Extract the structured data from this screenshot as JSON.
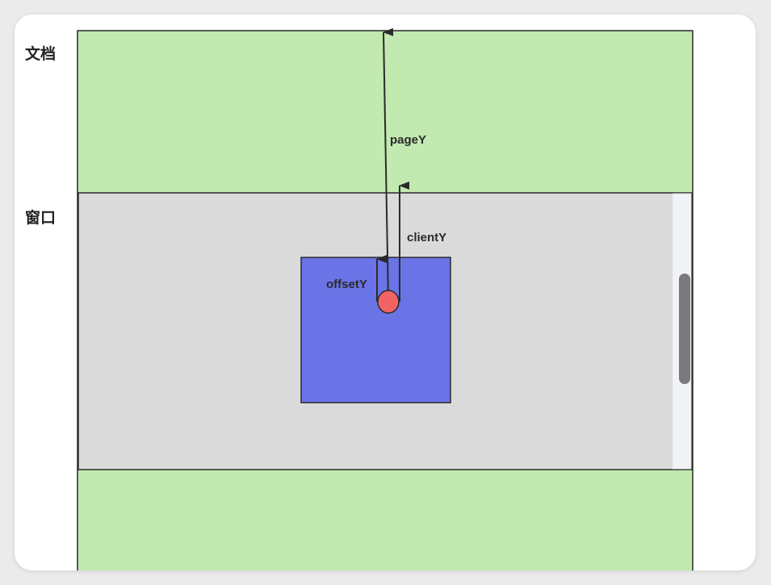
{
  "labels": {
    "document": "文档",
    "window": "窗口"
  },
  "arrows": {
    "page_y": "pageY",
    "client_y": "clientY",
    "offset_y": "offsetY"
  },
  "colors": {
    "document_fill": "#c2e9b0",
    "window_fill": "#dadada",
    "element_fill": "#6b74e6",
    "pointer_fill": "#f26464",
    "stroke": "#2a2a2a",
    "scrollbar_thumb": "#7a7a7a",
    "scrollbar_track": "#f1f3f6"
  }
}
